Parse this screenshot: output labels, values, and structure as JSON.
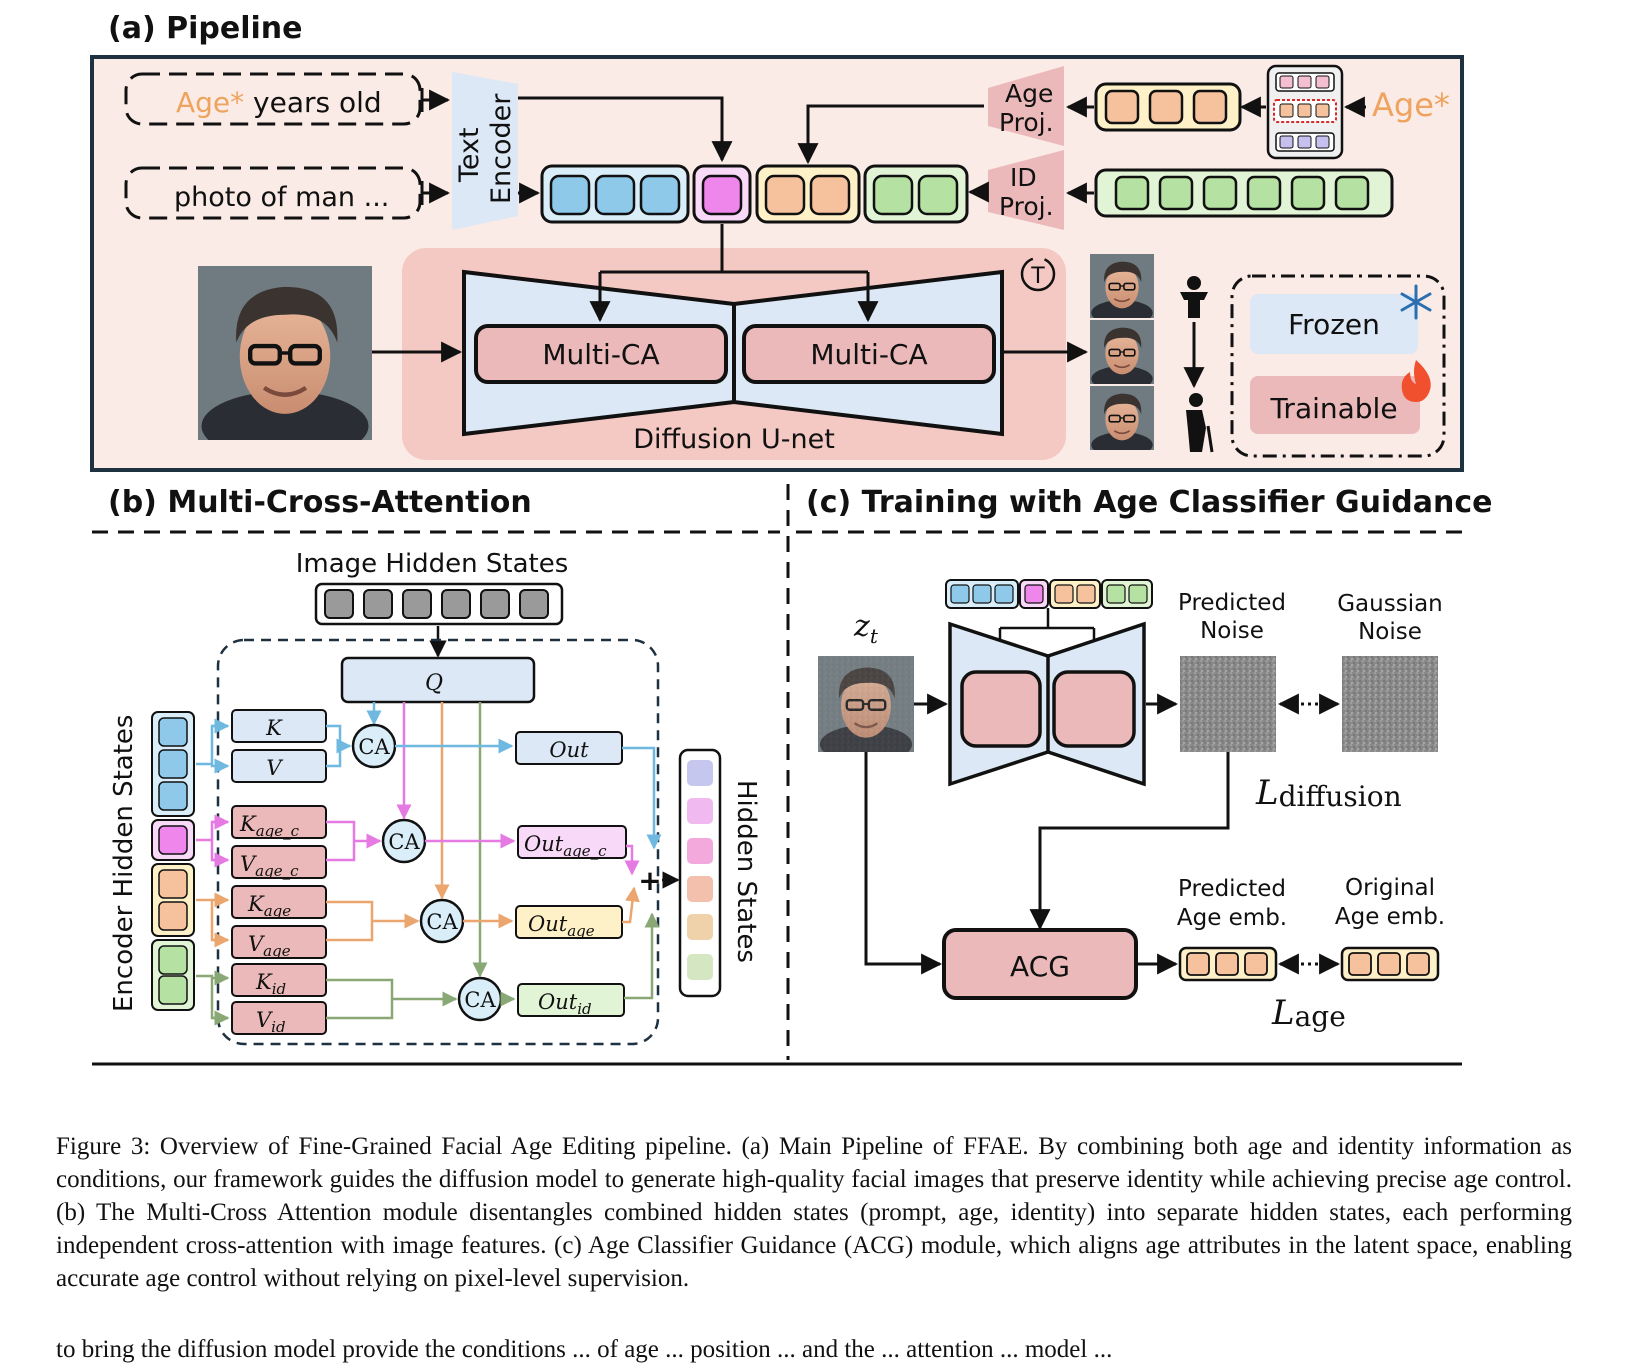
{
  "titles": {
    "a": "(a) Pipeline",
    "b": "(b) Multi-Cross-Attention",
    "c": "(c) Training with Age Classifier Guidance"
  },
  "pipeline": {
    "prompt_age_prefix": "Age*",
    "prompt_age_suffix": " years old",
    "prompt_photo": "photo of man ...",
    "text_encoder": [
      "Text",
      "Encoder"
    ],
    "age_proj": [
      "Age",
      "Proj."
    ],
    "id_proj": [
      "ID",
      "Proj."
    ],
    "age_star": "Age*",
    "multi_ca_left": "Multi-CA",
    "multi_ca_right": "Multi-CA",
    "unet_label": "Diffusion U-net",
    "timestep": "T",
    "legend_frozen": "Frozen",
    "legend_trainable": "Trainable"
  },
  "mca": {
    "image_hidden_states": "Image Hidden States",
    "encoder_hidden_states": "Encoder Hidden States",
    "hidden_states": "Hidden States",
    "q": "Q",
    "k": "K",
    "v": "V",
    "sub_age_c": "age_c",
    "sub_age": "age",
    "sub_id": "id",
    "ca": "CA",
    "out": "Out",
    "plus": "+"
  },
  "training": {
    "zt": "z",
    "zt_sub": "t",
    "predicted_noise": [
      "Predicted",
      "Noise"
    ],
    "gaussian_noise": [
      "Gaussian",
      "Noise"
    ],
    "loss_diffusion": "L",
    "loss_diffusion_sub": "diffusion",
    "acg": "ACG",
    "predicted_age_emb": [
      "Predicted",
      "Age emb."
    ],
    "original_age_emb": [
      "Original",
      "Age emb."
    ],
    "loss_age": "L",
    "loss_age_sub": "age"
  },
  "caption": "Figure 3: Overview of Fine-Grained Facial Age Editing pipeline. (a) Main Pipeline of FFAE. By combining both age and identity information as conditions, our framework guides the diffusion model to generate high-quality facial images that preserve identity while achieving precise age control. (b) The Multi-Cross Attention module disentangles combined hidden states (prompt, age, identity) into separate hidden states, each performing independent cross-attention with image features. (c) Age Classifier Guidance (ACG) module, which aligns age attributes in the latent space, enabling accurate age control without relying on pixel-level supervision.",
  "cut_text": "to bring the diffusion model provide the conditions ... of age ... position ... and the ... attention ... model ...",
  "colors": {
    "frozen": "#dce8f5",
    "trainable": "#ebb9b9",
    "prompt_token": "#8ec9ea",
    "agec_token": "#ee86ec",
    "age_token": "#f6c29e",
    "id_token": "#b5e2a2",
    "pipeline_bg": "#fbebe6"
  }
}
